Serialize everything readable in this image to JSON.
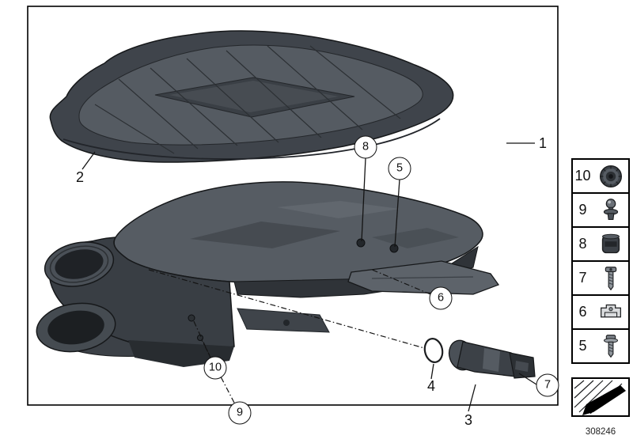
{
  "part_number": "308246",
  "callouts": {
    "c1": "1",
    "c2": "2",
    "c3": "3",
    "c4": "4",
    "c5": "5",
    "c6": "6",
    "c7": "7",
    "c8": "8",
    "c9": "9",
    "c10": "10"
  },
  "legend": {
    "items": [
      {
        "id": "10",
        "icon": "rubber-mount-icon"
      },
      {
        "id": "9",
        "icon": "ball-pin-icon"
      },
      {
        "id": "8",
        "icon": "rubber-grommet-icon"
      },
      {
        "id": "7",
        "icon": "torx-screw-icon"
      },
      {
        "id": "6",
        "icon": "holder-clamp-icon"
      },
      {
        "id": "5",
        "icon": "screw-icon"
      }
    ]
  },
  "colors": {
    "line": "#16181a",
    "body_dark": "#393e44",
    "body_mid": "#474c52",
    "body_light": "#565c63"
  }
}
